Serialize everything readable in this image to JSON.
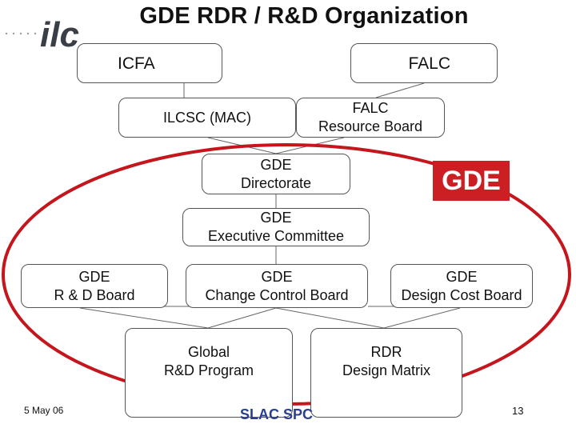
{
  "title": "GDE RDR / R&D Organization",
  "logo_text": "ilc",
  "boxes": {
    "icfa": "ICFA",
    "falc": "FALC",
    "ilcsc": "ILCSC (MAC)",
    "falc_resource_board": "FALC\nResource Board",
    "gde_directorate": "GDE\nDirectorate",
    "gde_executive_committee": "GDE\nExecutive Committee",
    "gde_rd_board": "GDE\nR & D Board",
    "gde_change_control_board": "GDE\nChange Control Board",
    "gde_design_cost_board": "GDE\nDesign Cost Board",
    "global_rd_program": "Global\nR&D Program",
    "rdr_design_matrix": "RDR\nDesign Matrix"
  },
  "gde_badge": "GDE",
  "footer": {
    "date": "5 May 06",
    "org": "SLAC SPC",
    "page": "13"
  },
  "colors": {
    "ellipse": "#c4161c",
    "badge": "#cc1f24",
    "footer_org": "#2a3f8f"
  }
}
